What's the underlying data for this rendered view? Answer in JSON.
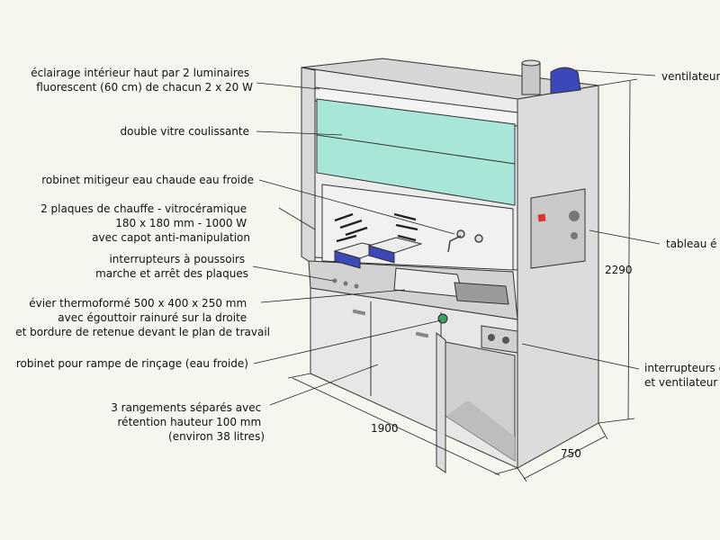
{
  "labels": {
    "lighting": [
      "éclairage intérieur haut par 2 luminaires",
      "fluorescent (60 cm) de chacun 2 x 20 W"
    ],
    "glass": "double vitre coulissante",
    "faucet": "robinet mitigeur eau chaude eau froide",
    "hotplates": [
      "2 plaques de chauffe - vitrocéramique",
      "180 x 180 mm - 1000 W",
      "avec capot anti-manipulation"
    ],
    "push_switches": [
      "interrupteurs à poussoirs",
      "marche et arrêt des plaques"
    ],
    "sink": [
      "évier thermoformé 500 x 400 x 250 mm",
      "avec égouttoir rainuré sur la droite",
      "et bordure de retenue devant le plan de travail"
    ],
    "rinse_tap": "robinet pour rampe de rinçage (eau froide)",
    "storage": [
      "3 rangements séparés avec",
      "rétention hauteur 100 mm",
      "(environ 38 litres)"
    ],
    "fan": "ventilateur",
    "panel": "tableau é",
    "fan_switches": [
      "interrupteurs é",
      "et ventilateur"
    ]
  },
  "dimensions": {
    "height": "2290",
    "width": "1900",
    "depth": "750"
  },
  "colors": {
    "background": "#f6f5ee",
    "body": "#e4e4e4",
    "glass": "#a9e6da",
    "panel": "#c9c9c9",
    "accent_blue": "#3a48b8"
  }
}
